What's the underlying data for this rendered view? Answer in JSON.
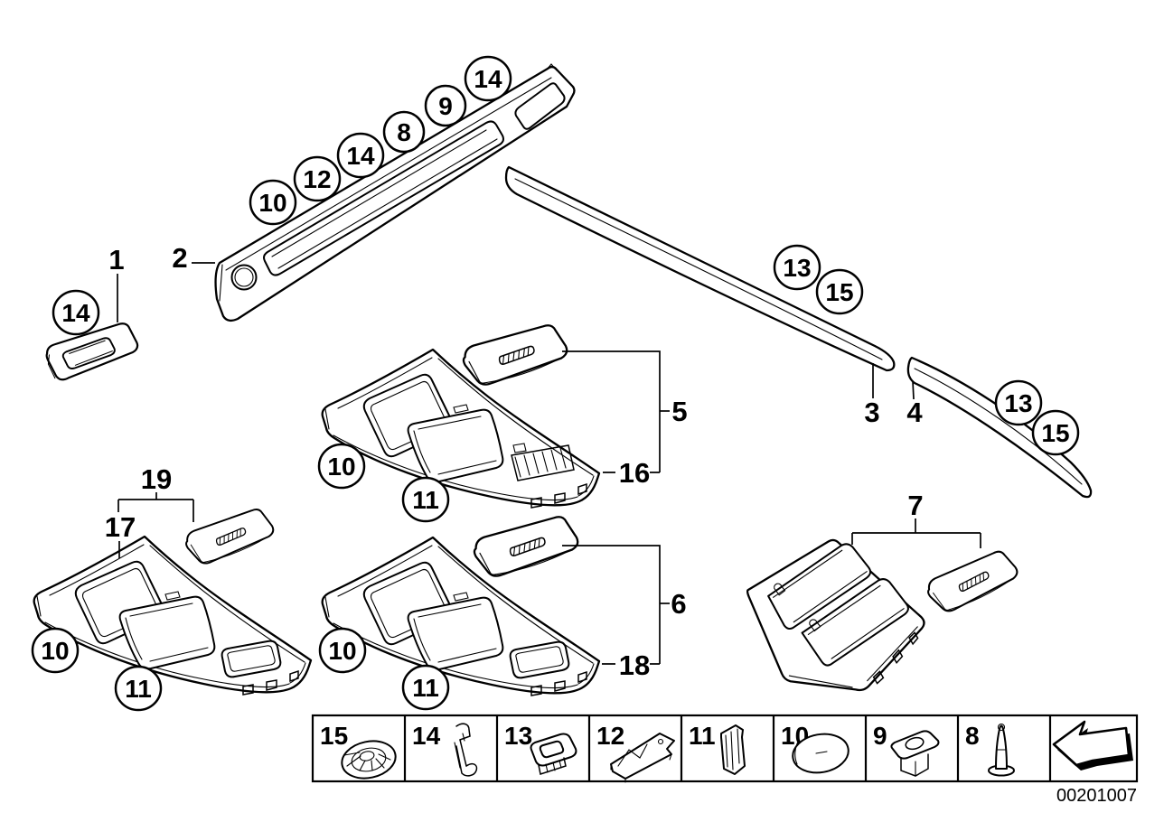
{
  "page": {
    "doc_number": "00201007",
    "background": "#ffffff",
    "line_color": "#000000"
  },
  "part_labels": {
    "p1": "1",
    "p2": "2",
    "p3": "3",
    "p4": "4",
    "p5": "5",
    "p6": "6",
    "p7": "7",
    "p16": "16",
    "p17": "17",
    "p18": "18",
    "p19": "19"
  },
  "callouts": {
    "dashboard": [
      "10",
      "12",
      "14",
      "8",
      "9",
      "14"
    ],
    "side_trim": [
      "14"
    ],
    "trim_strip_left": [
      "13",
      "15"
    ],
    "trim_strip_right": [
      "13",
      "15"
    ],
    "console_center": [
      "10",
      "11"
    ],
    "console_lower": [
      "10",
      "11"
    ],
    "console_left": [
      "10",
      "11"
    ]
  },
  "legend": {
    "items": [
      {
        "number": "15",
        "icon": "speed-nut-washer-icon"
      },
      {
        "number": "14",
        "icon": "spring-clip-icon"
      },
      {
        "number": "13",
        "icon": "expanding-grommet-icon"
      },
      {
        "number": "12",
        "icon": "retainer-bracket-icon"
      },
      {
        "number": "11",
        "icon": "edge-clip-icon"
      },
      {
        "number": "10",
        "icon": "oval-cover-cap-icon"
      },
      {
        "number": "9",
        "icon": "captive-nut-icon"
      },
      {
        "number": "8",
        "icon": "expansion-rivet-icon"
      }
    ],
    "arrow_icon": "back-arrow-icon"
  }
}
